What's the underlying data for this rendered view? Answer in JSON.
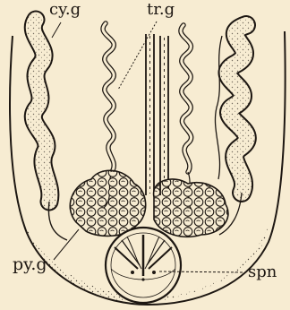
{
  "figure": {
    "background": "#f7ecd2",
    "ink": "#1d1712",
    "labels": {
      "cy_g": "cy.g",
      "tr_g": "tr.g",
      "py_g": "py.g",
      "spn": "spn"
    }
  }
}
